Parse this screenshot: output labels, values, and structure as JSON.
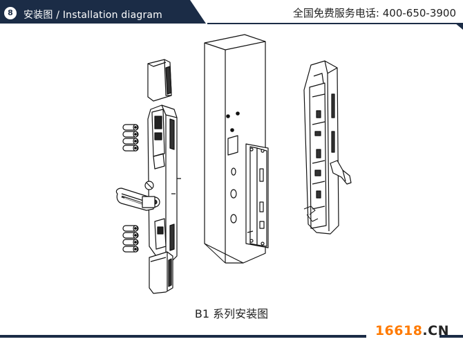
{
  "header": {
    "step_number": "8",
    "title": "安装图 / Installation diagram",
    "hotline": "全国免费服务电话: 400-650-3900"
  },
  "caption": "B1 系列安装图",
  "watermark": {
    "digits": "16618",
    "dot": ".",
    "suffix": "CN"
  },
  "colors": {
    "header_band": "#1b2c46",
    "watermark": "#ff7a00",
    "line": "#111111"
  },
  "icons": [
    "battery-icon",
    "door-lock-panel",
    "door-leaf",
    "lock-mortise"
  ]
}
